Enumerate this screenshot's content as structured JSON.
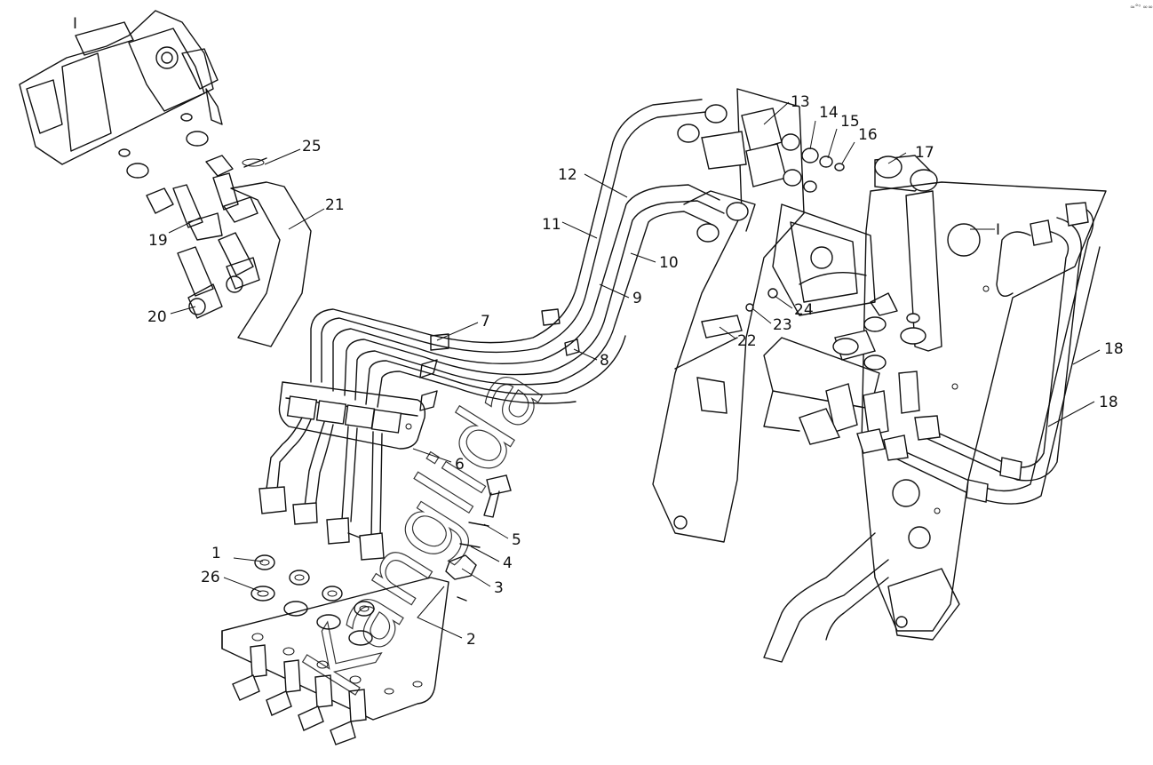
{
  "callouts": [
    {
      "id": "1",
      "label": "1"
    },
    {
      "id": "2",
      "label": "2"
    },
    {
      "id": "3",
      "label": "3"
    },
    {
      "id": "4",
      "label": "4"
    },
    {
      "id": "5",
      "label": "5"
    },
    {
      "id": "6",
      "label": "6"
    },
    {
      "id": "7",
      "label": "7"
    },
    {
      "id": "8",
      "label": "8"
    },
    {
      "id": "9",
      "label": "9"
    },
    {
      "id": "10",
      "label": "10"
    },
    {
      "id": "11",
      "label": "11"
    },
    {
      "id": "12",
      "label": "12"
    },
    {
      "id": "13",
      "label": "13"
    },
    {
      "id": "14",
      "label": "14"
    },
    {
      "id": "15",
      "label": "15"
    },
    {
      "id": "16",
      "label": "16"
    },
    {
      "id": "17",
      "label": "17"
    },
    {
      "id": "18a",
      "label": "18"
    },
    {
      "id": "18b",
      "label": "18"
    },
    {
      "id": "19",
      "label": "19"
    },
    {
      "id": "20",
      "label": "20"
    },
    {
      "id": "21",
      "label": "21"
    },
    {
      "id": "22",
      "label": "22"
    },
    {
      "id": "23",
      "label": "23"
    },
    {
      "id": "24",
      "label": "24"
    },
    {
      "id": "25",
      "label": "25"
    },
    {
      "id": "26",
      "label": "26"
    }
  ],
  "detail_marks": {
    "detail": "I",
    "reference": "I"
  },
  "watermark": "Kanglida",
  "corner_mark": "≈°⁰ ∞∞"
}
